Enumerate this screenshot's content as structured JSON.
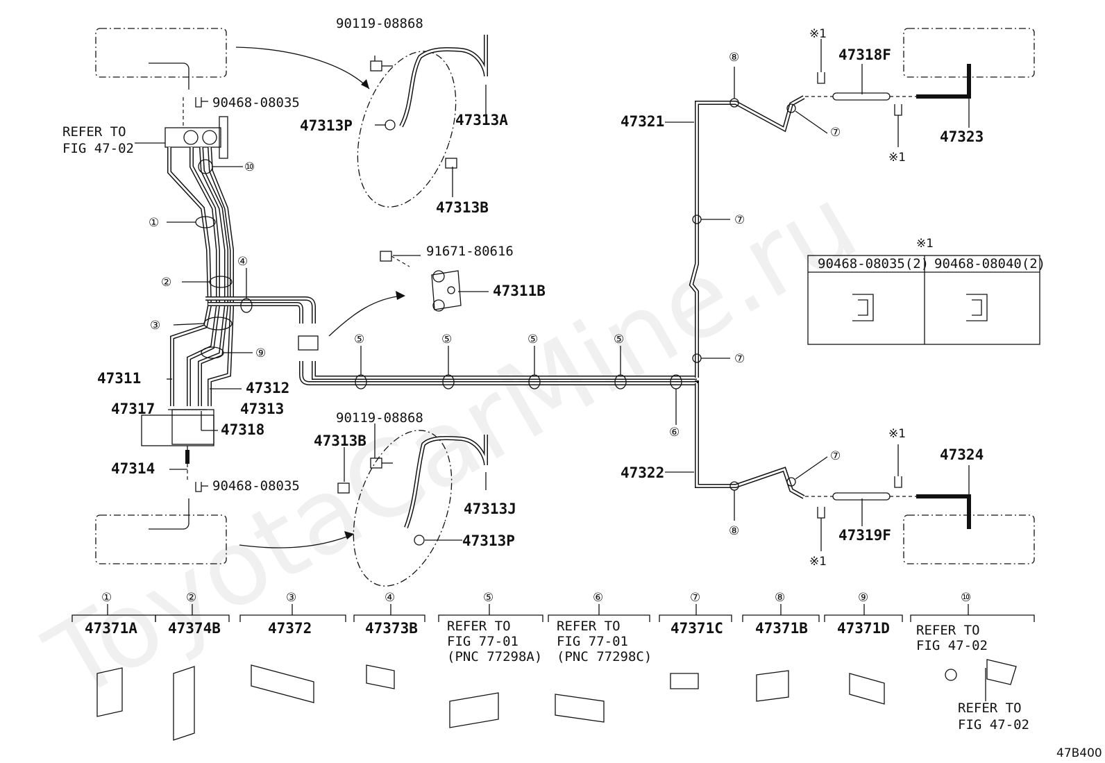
{
  "watermark": "ToyotaCarMine.ru",
  "ref_code": "47B400",
  "refer_fig_47_02": "REFER TO FIG 47-02",
  "callout_marks": [
    "①",
    "②",
    "③",
    "④",
    "⑤",
    "⑥",
    "⑦",
    "⑧",
    "⑨",
    "⑩"
  ],
  "note_mark": "※1",
  "part_numbers": {
    "p90119_08868": "90119-08868",
    "p90468_08035": "90468-08035",
    "p90468_08040": "90468-08040",
    "p91671_80616": "91671-80616",
    "p47313A": "47313A",
    "p47313B": "47313B",
    "p47313P": "47313P",
    "p47313J": "47313J",
    "p47311B": "47311B",
    "p47311": "47311",
    "p47312": "47312",
    "p47313": "47313",
    "p47314": "47314",
    "p47317": "47317",
    "p47318": "47318",
    "p47318F": "47318F",
    "p47319F": "47319F",
    "p47321": "47321",
    "p47322": "47322",
    "p47323": "47323",
    "p47324": "47324"
  },
  "clip_table": {
    "header_left": "90468-08035(2)",
    "header_right": "90468-08040(2)"
  },
  "legend": [
    {
      "mark": "①",
      "part": "47371A"
    },
    {
      "mark": "②",
      "part": "47374B"
    },
    {
      "mark": "③",
      "part": "47372"
    },
    {
      "mark": "④",
      "part": "47373B"
    },
    {
      "mark": "⑤",
      "part": "",
      "refer": [
        "REFER TO",
        "FIG 77-01",
        "(PNC 77298A)"
      ]
    },
    {
      "mark": "⑥",
      "part": "",
      "refer": [
        "REFER TO",
        "FIG 77-01",
        "(PNC 77298C)"
      ]
    },
    {
      "mark": "⑦",
      "part": "47371C"
    },
    {
      "mark": "⑧",
      "part": "47371B"
    },
    {
      "mark": "⑨",
      "part": "47371D"
    },
    {
      "mark": "⑩",
      "part": "",
      "refer": [
        "REFER TO",
        "FIG 47-02"
      ]
    }
  ],
  "legend_refer_bottom": [
    "REFER TO",
    "FIG 47-02"
  ]
}
